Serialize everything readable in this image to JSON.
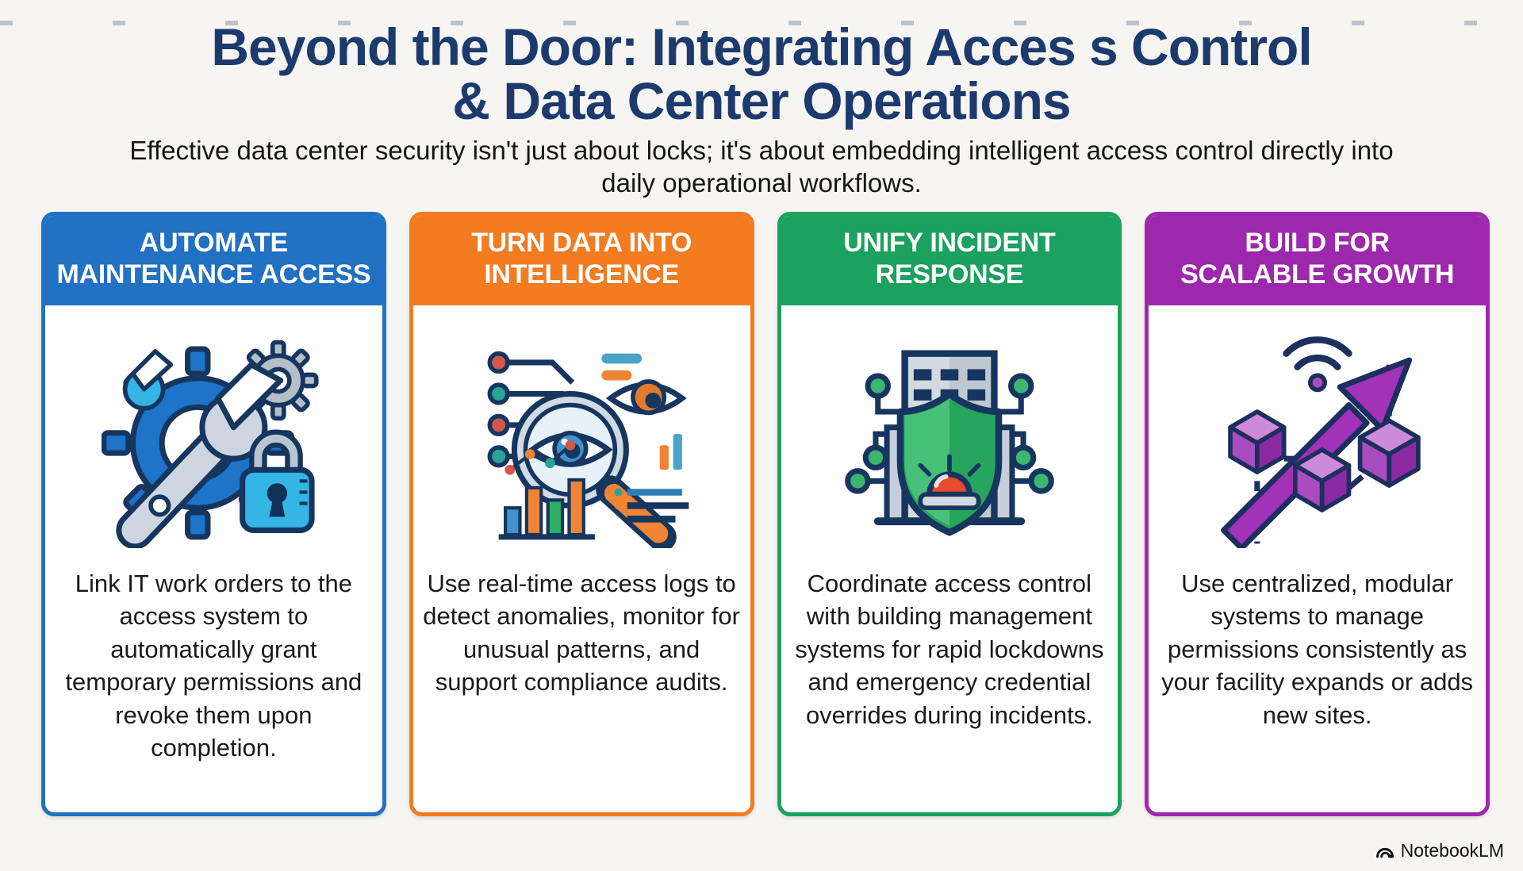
{
  "page": {
    "title_line1": "Beyond the Door: Integrating Acces s Control",
    "title_line2": "& Data Center Operations",
    "subtitle": "Effective data center security isn't just about locks; it's about embedding intelligent access control directly into daily operational workflows."
  },
  "colors": {
    "background": "#f6f5f2",
    "title_navy": "#1c3a6e",
    "outline_navy": "#16365f",
    "card_blue": "#2171c4",
    "card_orange": "#f47c20",
    "card_green": "#1ba25e",
    "card_purple": "#9e28ad"
  },
  "cards": [
    {
      "title_line1": "AUTOMATE",
      "title_line2": "MAINTENANCE ACCESS",
      "accent": "#2171c4",
      "icon": "gear-wrench-lock-icon",
      "body": "Link IT work orders to the access system to automatically grant temporary permissions and revoke them upon completion."
    },
    {
      "title_line1": "TURN DATA INTO",
      "title_line2": "INTELLIGENCE",
      "accent": "#f47c20",
      "icon": "magnifier-eye-analytics-icon",
      "body": "Use real-time access logs to detect anomalies, monitor for unusual patterns, and support compliance audits."
    },
    {
      "title_line1": "UNIFY INCIDENT",
      "title_line2": "RESPONSE",
      "accent": "#1ba25e",
      "icon": "building-shield-alarm-icon",
      "body": "Coordinate access control with building management systems for rapid lockdowns and emergency credential overrides during incidents."
    },
    {
      "title_line1": "BUILD FOR",
      "title_line2": "SCALABLE GROWTH",
      "accent": "#9e28ad",
      "icon": "cubes-growth-arrow-icon",
      "body": "Use centralized, modular systems to manage permissions consistently as your facility expands or adds new sites."
    }
  ],
  "footer": {
    "brand": "NotebookLM",
    "logo": "notebooklm-logo-icon"
  }
}
